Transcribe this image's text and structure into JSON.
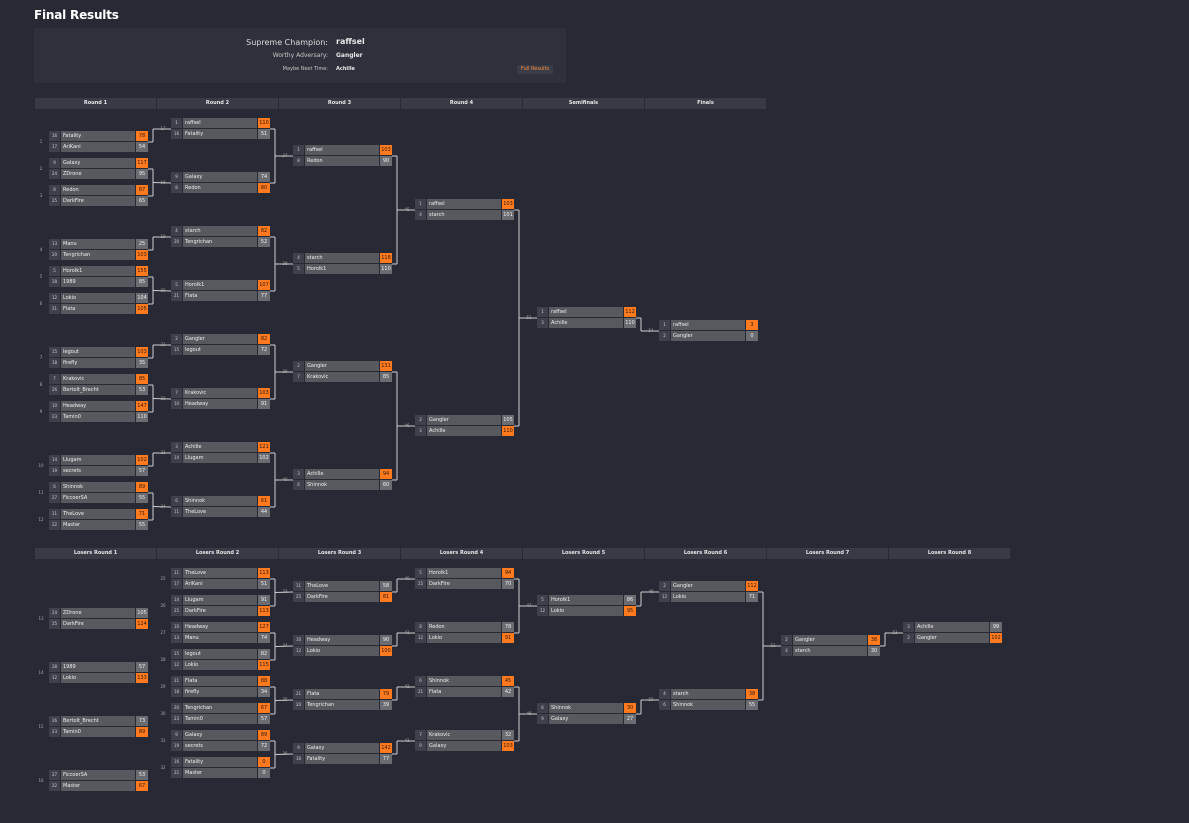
{
  "page": {
    "title": "Final Results"
  },
  "summary": {
    "champion_label": "Supreme Champion:",
    "champion": "raffsel",
    "adversary_label": "Worthy Adversary:",
    "adversary": "Gangler",
    "next_time_label": "Maybe Next Time:",
    "next_time": "Achille",
    "full_results": "Full Results"
  },
  "winners_headers": [
    "Round 1",
    "Round 2",
    "Round 3",
    "Round 4",
    "Semifinals",
    "Finals"
  ],
  "losers_headers": [
    "Losers Round 1",
    "Losers Round 2",
    "Losers Round 3",
    "Losers Round 4",
    "Losers Round 5",
    "Losers Round 6",
    "Losers Round 7",
    "Losers Round 8"
  ],
  "colors": {
    "background": "#272a34",
    "accent": "#ff7a1f",
    "name_cell": "#58595f",
    "header": "#383b45"
  },
  "matches": [
    {
      "num": "1",
      "p1": {
        "seed": "16",
        "name": "Fatality",
        "score": "78",
        "win": true
      },
      "p2": {
        "seed": "17",
        "name": "AriKani",
        "score": "54",
        "win": false
      }
    },
    {
      "num": "2",
      "p1": {
        "seed": "9",
        "name": "Galaxy",
        "score": "117",
        "win": true
      },
      "p2": {
        "seed": "24",
        "name": "ZDrone",
        "score": "95",
        "win": false
      }
    },
    {
      "num": "3",
      "p1": {
        "seed": "8",
        "name": "Redon",
        "score": "87",
        "win": true
      },
      "p2": {
        "seed": "25",
        "name": "DarkFire",
        "score": "65",
        "win": false
      }
    },
    {
      "num": "4",
      "p1": {
        "seed": "13",
        "name": "Manu",
        "score": "25",
        "win": false
      },
      "p2": {
        "seed": "20",
        "name": "Tengrichan",
        "score": "103",
        "win": true
      }
    },
    {
      "num": "5",
      "p1": {
        "seed": "5",
        "name": "Horolk1",
        "score": "155",
        "win": true
      },
      "p2": {
        "seed": "28",
        "name": "1989",
        "score": "85",
        "win": false
      }
    },
    {
      "num": "6",
      "p1": {
        "seed": "12",
        "name": "Lokio",
        "score": "104",
        "win": false
      },
      "p2": {
        "seed": "21",
        "name": "Flata",
        "score": "105",
        "win": true
      }
    },
    {
      "num": "7",
      "p1": {
        "seed": "15",
        "name": "legout",
        "score": "103",
        "win": true
      },
      "p2": {
        "seed": "18",
        "name": "firefly",
        "score": "35",
        "win": false
      }
    },
    {
      "num": "8",
      "p1": {
        "seed": "7",
        "name": "Krakovic",
        "score": "85",
        "win": true
      },
      "p2": {
        "seed": "26",
        "name": "Bertolt_Brecht",
        "score": "53",
        "win": false
      }
    },
    {
      "num": "9",
      "p1": {
        "seed": "10",
        "name": "Headway",
        "score": "147",
        "win": true
      },
      "p2": {
        "seed": "23",
        "name": "Tamin0",
        "score": "110",
        "win": false
      }
    },
    {
      "num": "10",
      "p1": {
        "seed": "14",
        "name": "Llugam",
        "score": "102",
        "win": true
      },
      "p2": {
        "seed": "19",
        "name": "secrets",
        "score": "57",
        "win": false
      }
    },
    {
      "num": "11",
      "p1": {
        "seed": "6",
        "name": "Shinnok",
        "score": "89",
        "win": true
      },
      "p2": {
        "seed": "27",
        "name": "FiccoerSA",
        "score": "55",
        "win": false
      }
    },
    {
      "num": "12",
      "p1": {
        "seed": "11",
        "name": "TheLove",
        "score": "71",
        "win": true
      },
      "p2": {
        "seed": "22",
        "name": "Master",
        "score": "55",
        "win": false
      }
    },
    {
      "num": "17",
      "p1": {
        "seed": "1",
        "name": "raffsel",
        "score": "110",
        "win": true
      },
      "p2": {
        "seed": "16",
        "name": "Fatality",
        "score": "51",
        "win": false
      }
    },
    {
      "num": "18",
      "p1": {
        "seed": "9",
        "name": "Galaxy",
        "score": "74",
        "win": false
      },
      "p2": {
        "seed": "8",
        "name": "Redon",
        "score": "80",
        "win": true
      }
    },
    {
      "num": "19",
      "p1": {
        "seed": "4",
        "name": "starch",
        "score": "82",
        "win": true
      },
      "p2": {
        "seed": "20",
        "name": "Tengrichan",
        "score": "52",
        "win": false
      }
    },
    {
      "num": "20",
      "p1": {
        "seed": "5",
        "name": "Horolk1",
        "score": "107",
        "win": true
      },
      "p2": {
        "seed": "21",
        "name": "Flata",
        "score": "77",
        "win": false
      }
    },
    {
      "num": "21",
      "p1": {
        "seed": "2",
        "name": "Gangler",
        "score": "82",
        "win": true
      },
      "p2": {
        "seed": "15",
        "name": "legout",
        "score": "72",
        "win": false
      }
    },
    {
      "num": "22",
      "p1": {
        "seed": "7",
        "name": "Krakovic",
        "score": "103",
        "win": true
      },
      "p2": {
        "seed": "10",
        "name": "Headway",
        "score": "91",
        "win": false
      }
    },
    {
      "num": "23",
      "p1": {
        "seed": "3",
        "name": "Achille",
        "score": "121",
        "win": true
      },
      "p2": {
        "seed": "14",
        "name": "Llugam",
        "score": "102",
        "win": false
      }
    },
    {
      "num": "24",
      "p1": {
        "seed": "6",
        "name": "Shinnok",
        "score": "61",
        "win": true
      },
      "p2": {
        "seed": "11",
        "name": "TheLove",
        "score": "44",
        "win": false
      }
    },
    {
      "num": "37",
      "p1": {
        "seed": "1",
        "name": "raffsel",
        "score": "103",
        "win": true
      },
      "p2": {
        "seed": "8",
        "name": "Redon",
        "score": "90",
        "win": false
      }
    },
    {
      "num": "38",
      "p1": {
        "seed": "4",
        "name": "starch",
        "score": "118",
        "win": true
      },
      "p2": {
        "seed": "5",
        "name": "Horolk1",
        "score": "110",
        "win": false
      }
    },
    {
      "num": "39",
      "p1": {
        "seed": "2",
        "name": "Gangler",
        "score": "131",
        "win": true
      },
      "p2": {
        "seed": "7",
        "name": "Krakovic",
        "score": "85",
        "win": false
      }
    },
    {
      "num": "40",
      "p1": {
        "seed": "3",
        "name": "Achille",
        "score": "94",
        "win": true
      },
      "p2": {
        "seed": "6",
        "name": "Shinnok",
        "score": "60",
        "win": false
      }
    },
    {
      "num": "45",
      "p1": {
        "seed": "1",
        "name": "raffsel",
        "score": "103",
        "win": true
      },
      "p2": {
        "seed": "4",
        "name": "starch",
        "score": "101",
        "win": false
      }
    },
    {
      "num": "46",
      "p1": {
        "seed": "2",
        "name": "Gangler",
        "score": "105",
        "win": false
      },
      "p2": {
        "seed": "3",
        "name": "Achille",
        "score": "110",
        "win": true
      }
    },
    {
      "num": "51",
      "p1": {
        "seed": "1",
        "name": "raffsel",
        "score": "112",
        "win": true
      },
      "p2": {
        "seed": "3",
        "name": "Achille",
        "score": "110",
        "win": false
      }
    },
    {
      "num": "54",
      "p1": {
        "seed": "1",
        "name": "raffsel",
        "score": "3",
        "win": true
      },
      "p2": {
        "seed": "2",
        "name": "Gangler",
        "score": "0",
        "win": false
      }
    },
    {
      "num": "13",
      "p1": {
        "seed": "24",
        "name": "ZDrone",
        "score": "105",
        "win": false
      },
      "p2": {
        "seed": "25",
        "name": "DarkFire",
        "score": "124",
        "win": true
      }
    },
    {
      "num": "14",
      "p1": {
        "seed": "28",
        "name": "1989",
        "score": "57",
        "win": false
      },
      "p2": {
        "seed": "12",
        "name": "Lokio",
        "score": "133",
        "win": true
      }
    },
    {
      "num": "15",
      "p1": {
        "seed": "26",
        "name": "Bertolt_Brecht",
        "score": "73",
        "win": false
      },
      "p2": {
        "seed": "23",
        "name": "Tamin0",
        "score": "89",
        "win": true
      }
    },
    {
      "num": "16",
      "p1": {
        "seed": "27",
        "name": "FiccoerSA",
        "score": "53",
        "win": false
      },
      "p2": {
        "seed": "22",
        "name": "Master",
        "score": "67",
        "win": true
      }
    },
    {
      "num": "25",
      "p1": {
        "seed": "11",
        "name": "TheLove",
        "score": "113",
        "win": true
      },
      "p2": {
        "seed": "17",
        "name": "AriKani",
        "score": "51",
        "win": false
      }
    },
    {
      "num": "26",
      "p1": {
        "seed": "14",
        "name": "Llugam",
        "score": "91",
        "win": false
      },
      "p2": {
        "seed": "25",
        "name": "DarkFire",
        "score": "113",
        "win": true
      }
    },
    {
      "num": "27",
      "p1": {
        "seed": "10",
        "name": "Headway",
        "score": "127",
        "win": true
      },
      "p2": {
        "seed": "13",
        "name": "Manu",
        "score": "74",
        "win": false
      }
    },
    {
      "num": "28",
      "p1": {
        "seed": "15",
        "name": "legout",
        "score": "82",
        "win": false
      },
      "p2": {
        "seed": "12",
        "name": "Lokio",
        "score": "115",
        "win": true
      }
    },
    {
      "num": "29",
      "p1": {
        "seed": "21",
        "name": "Flata",
        "score": "88",
        "win": true
      },
      "p2": {
        "seed": "18",
        "name": "firefly",
        "score": "34",
        "win": false
      }
    },
    {
      "num": "30",
      "p1": {
        "seed": "20",
        "name": "Tengrichan",
        "score": "67",
        "win": true
      },
      "p2": {
        "seed": "23",
        "name": "Tamin0",
        "score": "57",
        "win": false
      }
    },
    {
      "num": "31",
      "p1": {
        "seed": "9",
        "name": "Galaxy",
        "score": "89",
        "win": true
      },
      "p2": {
        "seed": "19",
        "name": "secrets",
        "score": "72",
        "win": false
      }
    },
    {
      "num": "32",
      "p1": {
        "seed": "16",
        "name": "Fatality",
        "score": "0",
        "win": true
      },
      "p2": {
        "seed": "22",
        "name": "Master",
        "score": "0",
        "win": false
      }
    },
    {
      "num": "33",
      "p1": {
        "seed": "11",
        "name": "TheLove",
        "score": "58",
        "win": false
      },
      "p2": {
        "seed": "25",
        "name": "DarkFire",
        "score": "81",
        "win": true
      }
    },
    {
      "num": "34",
      "p1": {
        "seed": "10",
        "name": "Headway",
        "score": "90",
        "win": false
      },
      "p2": {
        "seed": "12",
        "name": "Lokio",
        "score": "100",
        "win": true
      }
    },
    {
      "num": "35",
      "p1": {
        "seed": "21",
        "name": "Flata",
        "score": "79",
        "win": true
      },
      "p2": {
        "seed": "20",
        "name": "Tengrichan",
        "score": "39",
        "win": false
      }
    },
    {
      "num": "36",
      "p1": {
        "seed": "9",
        "name": "Galaxy",
        "score": "142",
        "win": true
      },
      "p2": {
        "seed": "16",
        "name": "Fatality",
        "score": "77",
        "win": false
      }
    },
    {
      "num": "40",
      "p1": {
        "seed": "5",
        "name": "Horolk1",
        "score": "94",
        "win": true
      },
      "p2": {
        "seed": "25",
        "name": "DarkFire",
        "score": "70",
        "win": false
      }
    },
    {
      "num": "41",
      "p1": {
        "seed": "8",
        "name": "Redon",
        "score": "78",
        "win": false
      },
      "p2": {
        "seed": "12",
        "name": "Lokio",
        "score": "91",
        "win": true
      }
    },
    {
      "num": "42",
      "p1": {
        "seed": "6",
        "name": "Shinnok",
        "score": "45",
        "win": true
      },
      "p2": {
        "seed": "21",
        "name": "Flata",
        "score": "42",
        "win": false
      }
    },
    {
      "num": "43",
      "p1": {
        "seed": "7",
        "name": "Krakovic",
        "score": "32",
        "win": false
      },
      "p2": {
        "seed": "9",
        "name": "Galaxy",
        "score": "103",
        "win": true
      }
    },
    {
      "num": "47",
      "p1": {
        "seed": "5",
        "name": "Horolk1",
        "score": "86",
        "win": false
      },
      "p2": {
        "seed": "12",
        "name": "Lokio",
        "score": "95",
        "win": true
      }
    },
    {
      "num": "48",
      "p1": {
        "seed": "6",
        "name": "Shinnok",
        "score": "30",
        "win": true
      },
      "p2": {
        "seed": "9",
        "name": "Galaxy",
        "score": "27",
        "win": false
      }
    },
    {
      "num": "49",
      "p1": {
        "seed": "2",
        "name": "Gangler",
        "score": "112",
        "win": true
      },
      "p2": {
        "seed": "12",
        "name": "Lokio",
        "score": "71",
        "win": false
      }
    },
    {
      "num": "50",
      "p1": {
        "seed": "4",
        "name": "starch",
        "score": "38",
        "win": true
      },
      "p2": {
        "seed": "6",
        "name": "Shinnok",
        "score": "55",
        "win": false
      }
    },
    {
      "num": "52",
      "p1": {
        "seed": "2",
        "name": "Gangler",
        "score": "38",
        "win": true
      },
      "p2": {
        "seed": "4",
        "name": "starch",
        "score": "30",
        "win": false
      }
    },
    {
      "num": "53",
      "p1": {
        "seed": "3",
        "name": "Achille",
        "score": "99",
        "win": false
      },
      "p2": {
        "seed": "2",
        "name": "Gangler",
        "score": "102",
        "win": true
      }
    }
  ]
}
